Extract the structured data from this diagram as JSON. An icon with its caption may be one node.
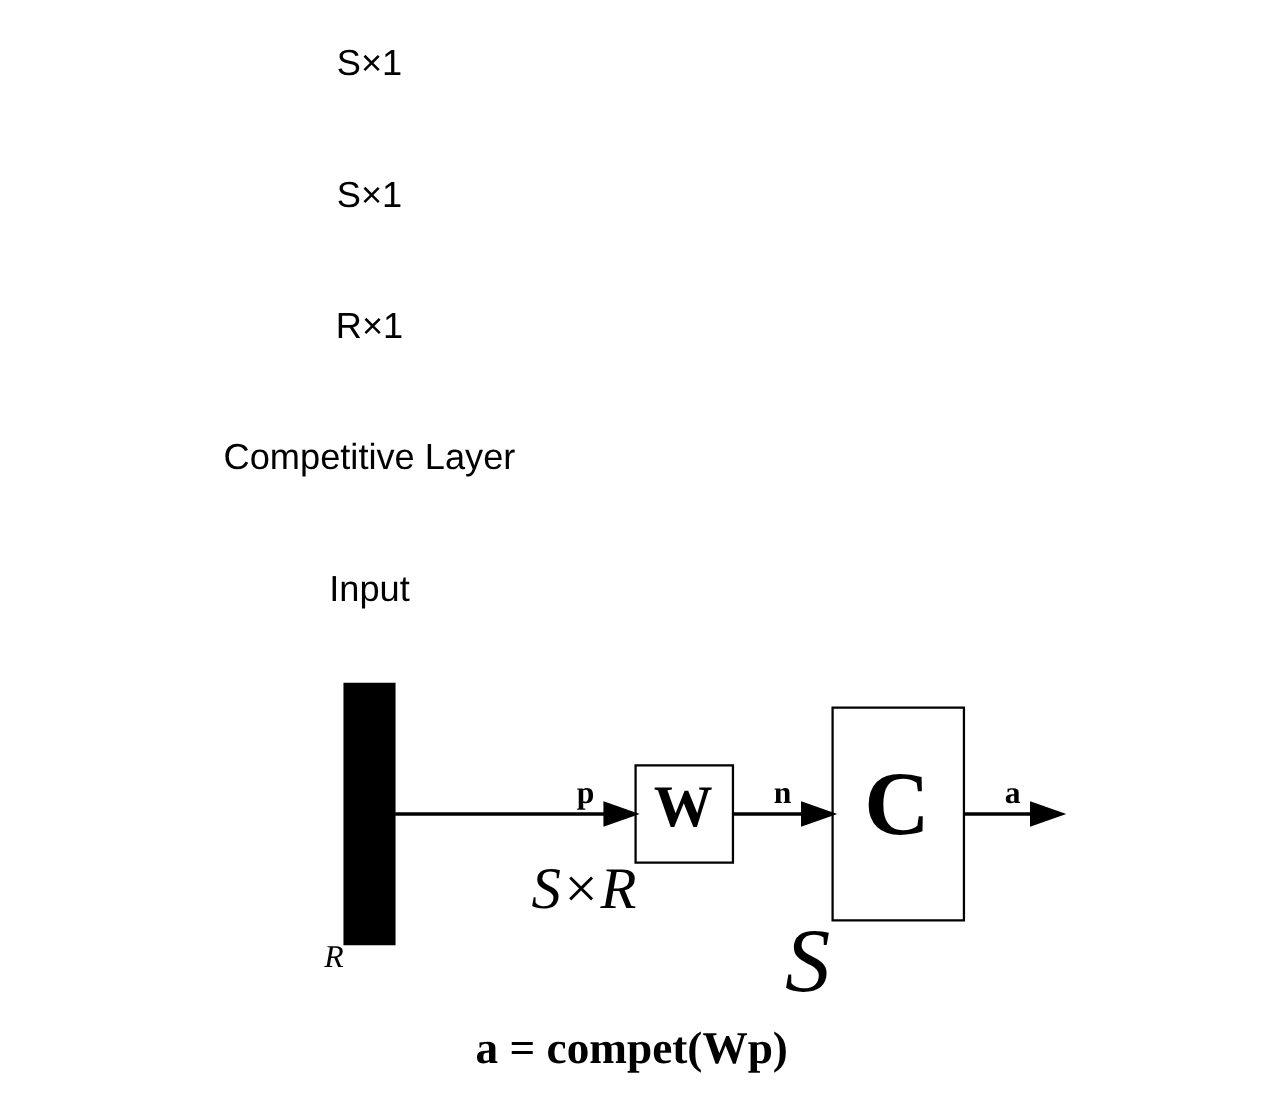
{
  "diagram": {
    "caption": "a = compet(Wp)",
    "nodes": [
      {
        "text": [],
        "shape": "bar",
        "beside": [
          "R"
        ]
      },
      {
        "text": [
          "W"
        ],
        "beside": [
          "S×R"
        ]
      },
      {
        "text": [
          "C"
        ],
        "beside": [
          "S"
        ]
      }
    ],
    "edges": [
      {
        "from": 0,
        "to": 1,
        "arrow": "to",
        "label": "p"
      },
      {
        "from": 1,
        "to": 2,
        "arrow": "to",
        "label": "n"
      },
      {
        "from": 2,
        "to": null,
        "arrow": "to",
        "label": "a"
      }
    ],
    "labels": [
      "Input",
      "Competitive Layer",
      "R×1",
      "S×1",
      "S×1"
    ]
  }
}
